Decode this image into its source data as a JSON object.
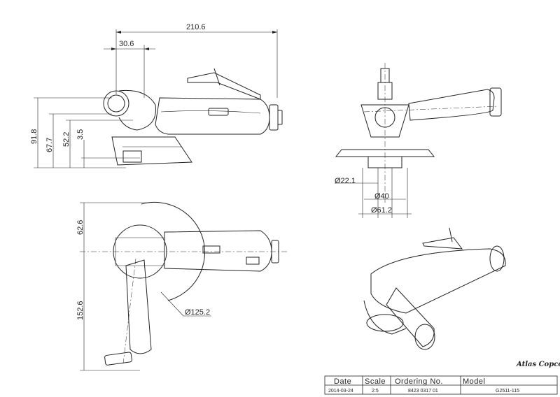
{
  "dimensions": {
    "overall_length": "210.6",
    "head_offset": "30.6",
    "height_total": "91.8",
    "height_67": "67.7",
    "height_52": "52.2",
    "height_3": "3.5",
    "spindle_dia": "Ø22.1",
    "flange_dia": "Ø40",
    "guard_inner_dia": "Ø61.2",
    "guard_offset": "62.6",
    "handle_reach": "152.6",
    "wheel_dia": "Ø125.2"
  },
  "title_block": {
    "headers": {
      "date": "Date",
      "scale": "Scale",
      "ordering_no": "Ordering No.",
      "model": "Model"
    },
    "values": {
      "date": "2014-03-24",
      "scale": "2:5",
      "ordering_no": "8423 0317 01",
      "model": "G2511-115"
    }
  },
  "brand": {
    "logo_text": "Atlas Copco"
  },
  "colors": {
    "line": "#222222",
    "dim_line": "#333333",
    "background": "#ffffff"
  }
}
